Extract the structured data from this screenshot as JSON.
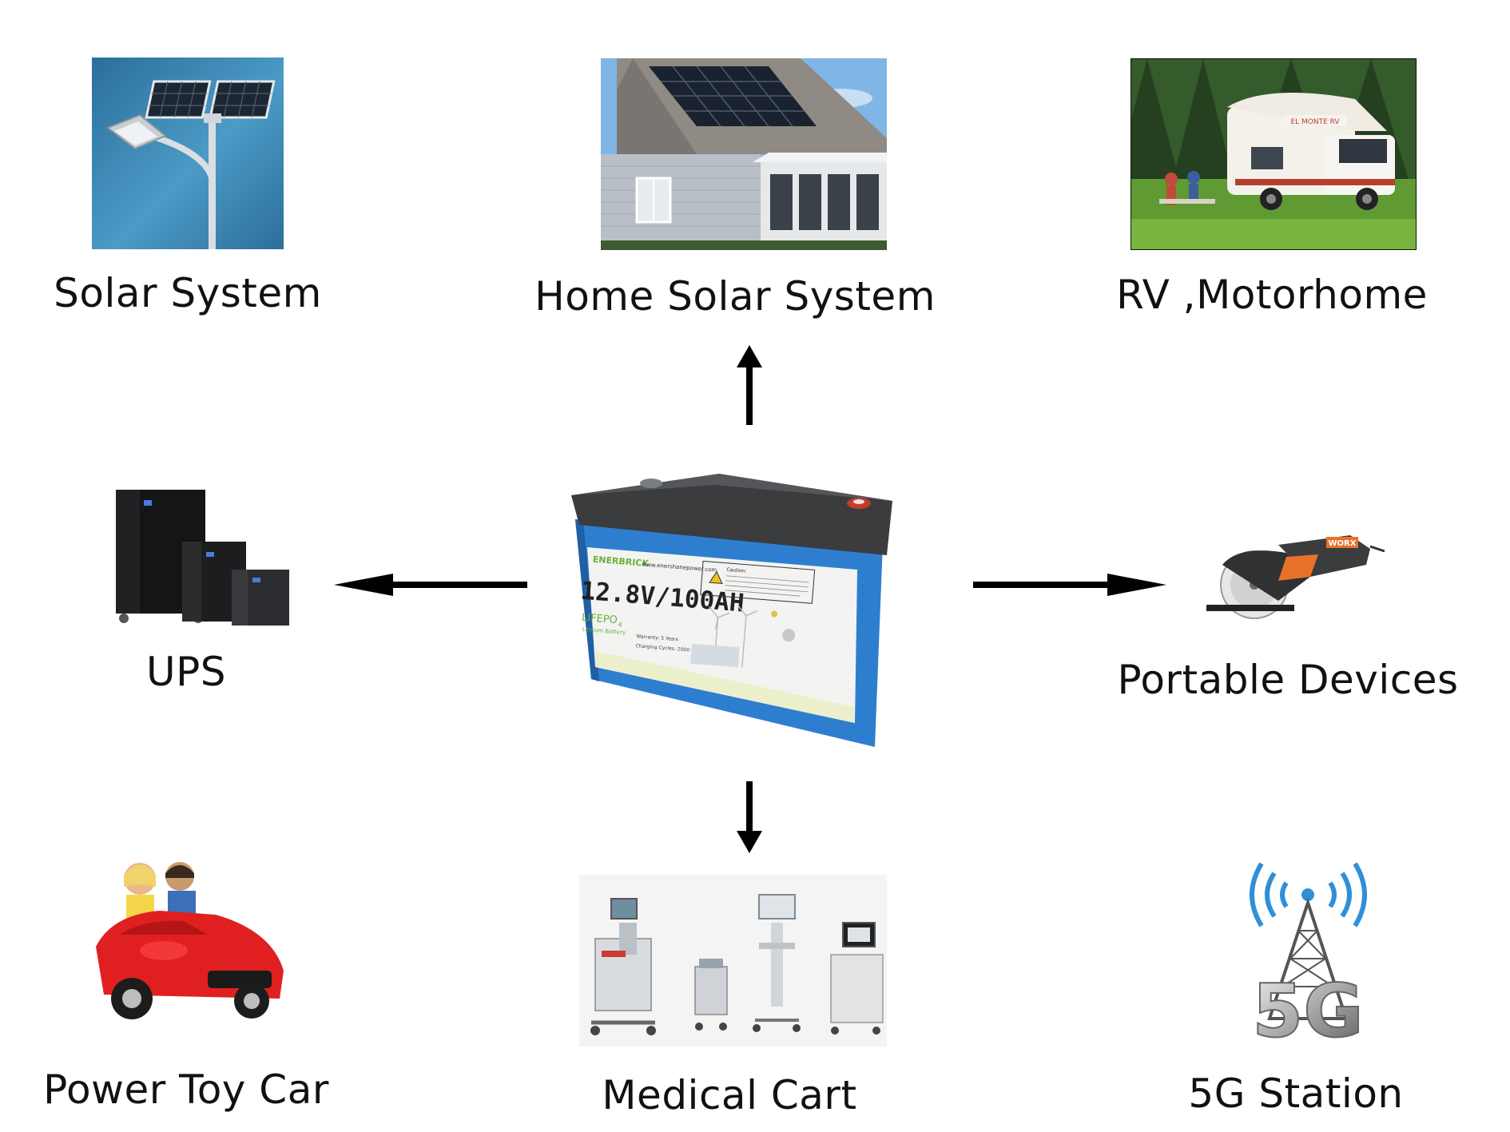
{
  "applications": {
    "solar_system": "Solar System",
    "home_solar_system": "Home Solar System",
    "rv_motorhome": "RV ,Motorhome",
    "ups": "UPS",
    "portable_devices": "Portable Devices",
    "power_toy_car": "Power Toy Car",
    "medical_cart": "Medical Cart",
    "station_5g": "5G Station"
  },
  "battery": {
    "brand": "ENERBRICK",
    "website": "www.enershanepower.com",
    "rating": "12.8V/100AH",
    "chemistry": "LIFEPO",
    "chemistry_sub": "4",
    "type": "Lithium Battery",
    "caution_title": "Caution:",
    "warranty": "Warranty: 5 Years",
    "cycles": "Charging Cycles: 2000"
  },
  "icon_labels": {
    "tool_brand": "WORX",
    "station_text": "5G",
    "rv_sign": "EL MONTE RV"
  },
  "colors": {
    "battery_blue": "#2e7ed0",
    "battery_lid": "#3a3c3e",
    "label_green": "#6cae3c",
    "arrow": "#000000"
  }
}
